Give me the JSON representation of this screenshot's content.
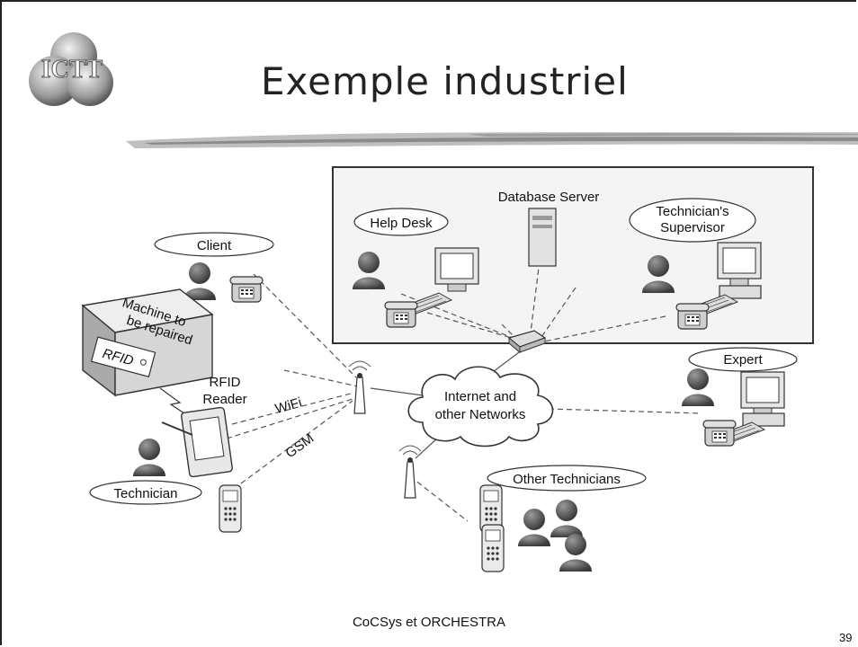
{
  "slide": {
    "title": "Exemple industriel",
    "logo_text": "ICTT",
    "footer": "CoCSys et ORCHESTRA",
    "page_number": "39"
  },
  "diagram": {
    "labels": {
      "database_server": "Database Server",
      "help_desk": "Help Desk",
      "supervisor_line1": "Technician's",
      "supervisor_line2": "Supervisor",
      "client": "Client",
      "machine_line1": "Machine to",
      "machine_line2": "be repaired",
      "rfid_tag": "RFID",
      "reader_line1": "RFID",
      "reader_line2": "Reader",
      "wifi": "WiFi",
      "gsm": "GSM",
      "internet_line1": "Internet and",
      "internet_line2": "other Networks",
      "expert": "Expert",
      "other_technicians": "Other Technicians",
      "technician": "Technician"
    }
  }
}
